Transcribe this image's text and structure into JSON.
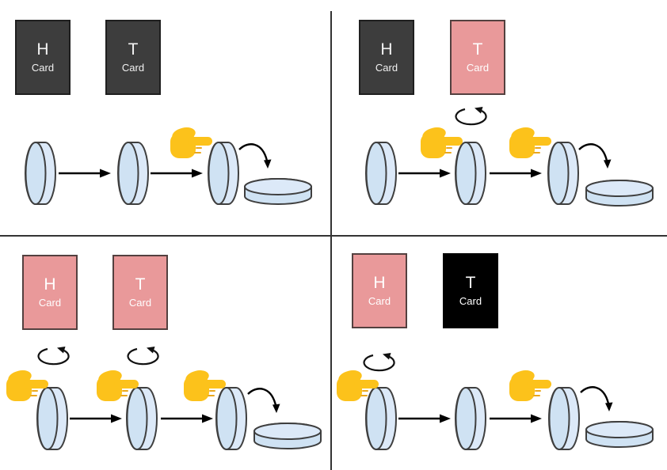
{
  "page": {
    "background": "#ffffff",
    "description": "Four-panel diagram: rows of standing coins with arrows, pointing-finger and flip-rotation marks, each panel headed by an H card and a T card; every sequence ends with the last coin tipping over flat."
  },
  "dividers": {
    "color": "#333333"
  },
  "palette": {
    "coin_face": "#cfe2f3",
    "coin_body": "#dce9f8",
    "coin_outline": "#3f3f3f",
    "hand": "#fcc21b",
    "arrow": "#000000",
    "card_dark": "#3d3d3d",
    "card_pink": "#e9999a",
    "card_black": "#000000"
  },
  "icons": {
    "coin": "standing coin cylinder",
    "flat_coin": "coin lying flat",
    "pointer": "backhand index pointing right",
    "rotate": "circular flip arrow",
    "arrow": "right arrow",
    "drop": "curved falling arrow"
  },
  "quadrants": [
    {
      "position": "top-left",
      "cards": [
        {
          "letter": "H",
          "label": "Card",
          "fill": "#3d3d3d",
          "border": "#1f1f1f",
          "text": "#f2f2f2"
        },
        {
          "letter": "T",
          "label": "Card",
          "fill": "#3d3d3d",
          "border": "#1f1f1f",
          "text": "#f2f2f2"
        }
      ],
      "steps": [
        {
          "coin": 1,
          "finger_point": false,
          "rotate_arrow": false
        },
        {
          "coin": 2,
          "finger_point": false,
          "rotate_arrow": false
        },
        {
          "coin": 3,
          "finger_point": true,
          "rotate_arrow": false
        }
      ],
      "ending": "last coin tips over flat"
    },
    {
      "position": "top-right",
      "cards": [
        {
          "letter": "H",
          "label": "Card",
          "fill": "#3d3d3d",
          "border": "#1f1f1f",
          "text": "#f2f2f2"
        },
        {
          "letter": "T",
          "label": "Card",
          "fill": "#e9999a",
          "border": "#53403f",
          "text": "#ffffff"
        }
      ],
      "steps": [
        {
          "coin": 1,
          "finger_point": false,
          "rotate_arrow": false
        },
        {
          "coin": 2,
          "finger_point": true,
          "rotate_arrow": true
        },
        {
          "coin": 3,
          "finger_point": true,
          "rotate_arrow": false
        }
      ],
      "ending": "last coin tips over flat"
    },
    {
      "position": "bottom-left",
      "cards": [
        {
          "letter": "H",
          "label": "Card",
          "fill": "#e9999a",
          "border": "#53403f",
          "text": "#ffffff"
        },
        {
          "letter": "T",
          "label": "Card",
          "fill": "#e9999a",
          "border": "#53403f",
          "text": "#ffffff"
        }
      ],
      "steps": [
        {
          "coin": 1,
          "finger_point": true,
          "rotate_arrow": true
        },
        {
          "coin": 2,
          "finger_point": true,
          "rotate_arrow": true
        },
        {
          "coin": 3,
          "finger_point": true,
          "rotate_arrow": false
        }
      ],
      "ending": "last coin tips over flat"
    },
    {
      "position": "bottom-right",
      "cards": [
        {
          "letter": "H",
          "label": "Card",
          "fill": "#e9999a",
          "border": "#53403f",
          "text": "#ffffff"
        },
        {
          "letter": "T",
          "label": "Card",
          "fill": "#000000",
          "border": "#000000",
          "text": "#ffffff"
        }
      ],
      "steps": [
        {
          "coin": 1,
          "finger_point": true,
          "rotate_arrow": true
        },
        {
          "coin": 2,
          "finger_point": false,
          "rotate_arrow": false
        },
        {
          "coin": 3,
          "finger_point": true,
          "rotate_arrow": false
        }
      ],
      "ending": "last coin tips over flat"
    }
  ]
}
